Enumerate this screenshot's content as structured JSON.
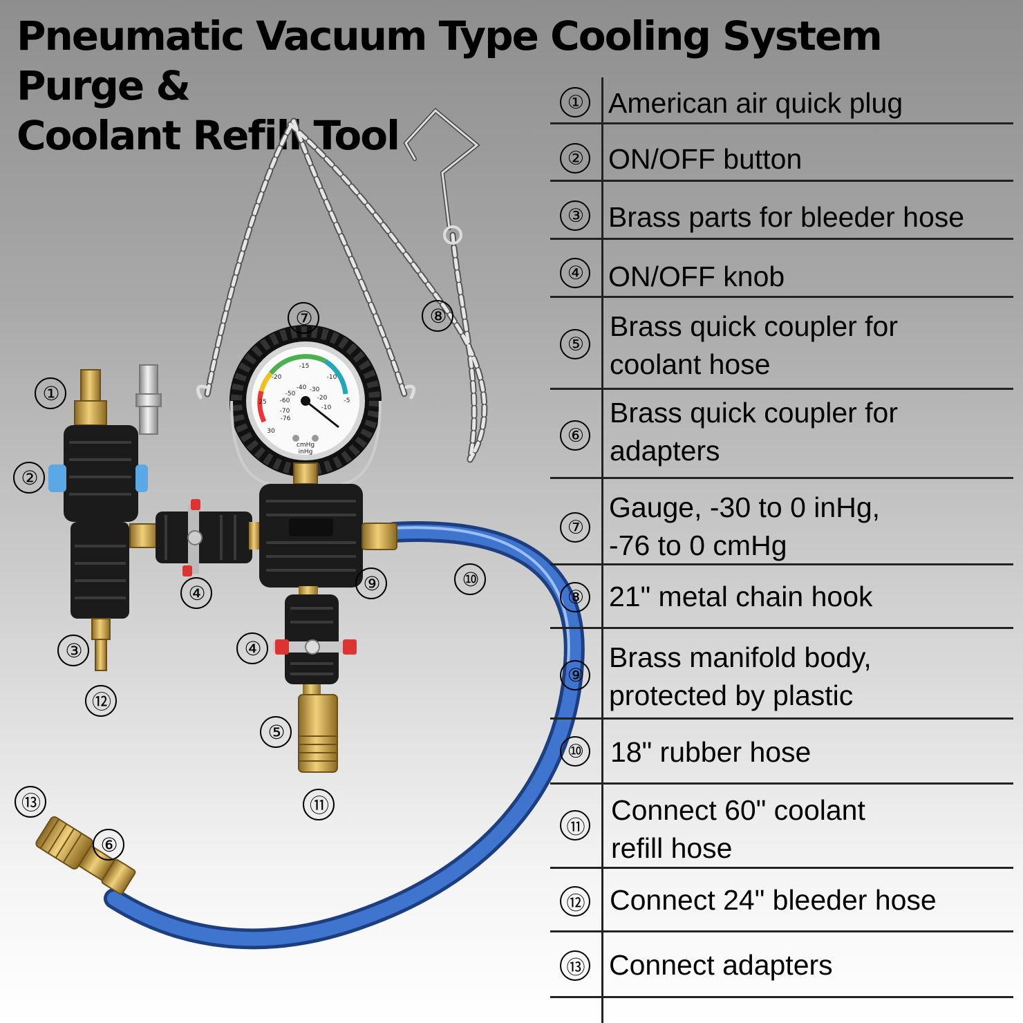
{
  "title_line1": "Pneumatic Vacuum Type Cooling System Purge &",
  "title_line2": "Coolant Refill Tool",
  "colors": {
    "hose": "#2f62b8",
    "brass": "#c9a14a",
    "body": "#1b1b1b",
    "accent": "#d33"
  },
  "gauge": {
    "outer_ticks": [
      "-20",
      "-15",
      "-10",
      "-5",
      "25",
      "30"
    ],
    "inner_ticks": [
      "-40",
      "-30",
      "-20",
      "-10",
      "-50",
      "-60",
      "-70",
      "-76"
    ],
    "units": [
      "cmHg",
      "inHg"
    ]
  },
  "callouts": [
    "①",
    "②",
    "③",
    "④",
    "④",
    "⑤",
    "⑥",
    "⑦",
    "⑧",
    "⑨",
    "⑩",
    "⑪",
    "⑫",
    "⑬"
  ],
  "legend": [
    {
      "num": "①",
      "text": "American air quick plug"
    },
    {
      "num": "②",
      "text": "ON/OFF button"
    },
    {
      "num": "③",
      "text": "Brass parts for bleeder hose"
    },
    {
      "num": "④",
      "text": "ON/OFF knob"
    },
    {
      "num": "⑤",
      "text": "Brass quick coupler for\ncoolant hose"
    },
    {
      "num": "⑥",
      "text": "Brass quick coupler for\nadapters"
    },
    {
      "num": "⑦",
      "text": "Gauge, -30 to 0 inHg,\n-76 to 0 cmHg"
    },
    {
      "num": "⑧",
      "text": "21\" metal chain hook"
    },
    {
      "num": "⑨",
      "text": "Brass manifold body,\nprotected by plastic"
    },
    {
      "num": "⑩",
      "text": "18\" rubber hose"
    },
    {
      "num": "⑪",
      "text": "Connect 60\" coolant\nrefill hose"
    },
    {
      "num": "⑫",
      "text": "Connect 24\" bleeder hose"
    },
    {
      "num": "⑬",
      "text": "Connect adapters"
    }
  ]
}
